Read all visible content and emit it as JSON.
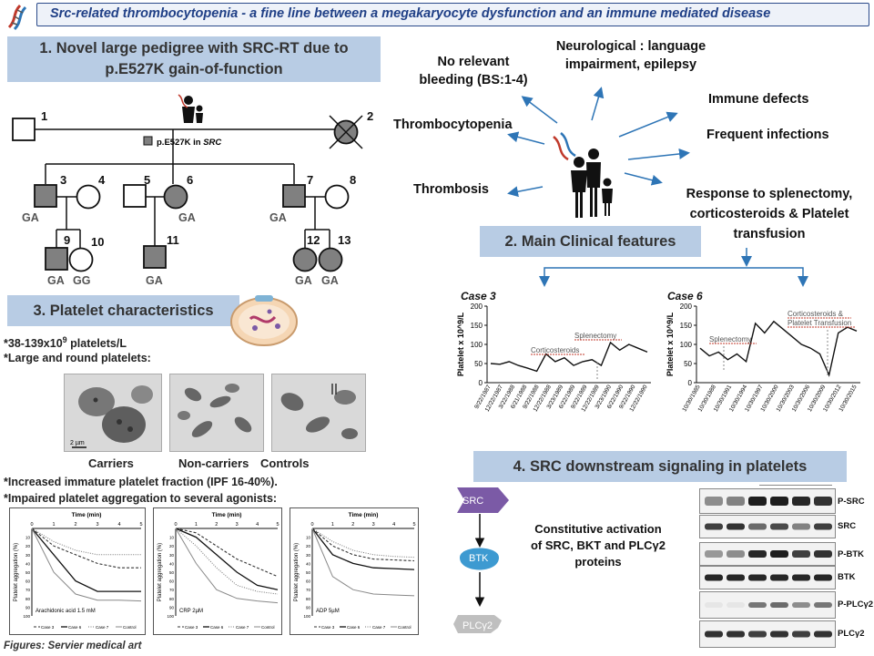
{
  "title": "Src-related thrombocytopenia - a fine line between a megakaryocyte dysfunction and an immune mediated disease",
  "section1": {
    "heading_line1": "1. Novel large pedigree with SRC-RT due to",
    "heading_line2": "p.E527K gain-of-function",
    "legend_prefix": "p.E527K in ",
    "legend_gene": "SRC",
    "individuals": [
      {
        "id": "1"
      },
      {
        "id": "2"
      },
      {
        "id": "3",
        "genotype": "GA"
      },
      {
        "id": "4"
      },
      {
        "id": "5"
      },
      {
        "id": "6",
        "genotype": "GA"
      },
      {
        "id": "7",
        "genotype": "GA"
      },
      {
        "id": "8"
      },
      {
        "id": "9",
        "genotype": "GA"
      },
      {
        "id": "10",
        "genotype": "GG"
      },
      {
        "id": "11",
        "genotype": "GA"
      },
      {
        "id": "12",
        "genotype": "GA"
      },
      {
        "id": "13",
        "genotype": "GA"
      }
    ]
  },
  "section2": {
    "heading": "2. Main Clinical features",
    "features": {
      "no_bleeding_1": "No relevant",
      "no_bleeding_2": "bleeding (BS:1-4)",
      "neuro_1": "Neurological : language",
      "neuro_2": "impairment, epilepsy",
      "immune": "Immune defects",
      "thrombocytopenia": "Thrombocytopenia",
      "infections": "Frequent  infections",
      "thrombosis": "Thrombosis",
      "response_1": "Response to splenectomy,",
      "response_2": "corticosteroids & Platelet",
      "response_3": "transfusion"
    }
  },
  "chart_data": [
    {
      "type": "line",
      "title": "Case 3",
      "ylabel": "Platelet x 10^9/L",
      "ylim": [
        0,
        200
      ],
      "yticks": [
        0,
        50,
        100,
        150,
        200
      ],
      "x": [
        "9/22/1987",
        "12/22/1987",
        "3/22/1988",
        "6/21/1988",
        "9/22/1988",
        "12/22/1988",
        "3/23/1989",
        "6/22/1989",
        "9/22/1989",
        "12/22/1989",
        "3/23/1990",
        "6/22/1990",
        "9/22/1990",
        "12/22/1990"
      ],
      "values": [
        50,
        48,
        55,
        45,
        38,
        30,
        75,
        55,
        65,
        45,
        55,
        60,
        45,
        105,
        85,
        100,
        90,
        80
      ],
      "annotations": [
        {
          "text": "Corticosteroids"
        },
        {
          "text": "Splenectomy"
        }
      ]
    },
    {
      "type": "line",
      "title": "Case 6",
      "ylabel": "Platelet x 10^9/L",
      "ylim": [
        0,
        200
      ],
      "yticks": [
        0,
        50,
        100,
        150,
        200
      ],
      "x": [
        "10/30/1985",
        "10/30/1988",
        "10/30/1991",
        "10/30/1994",
        "10/30/1997",
        "10/30/2000",
        "10/30/2003",
        "10/30/2006",
        "10/30/2009",
        "10/30/2012",
        "10/30/2015"
      ],
      "values": [
        90,
        70,
        80,
        60,
        75,
        55,
        155,
        130,
        160,
        140,
        120,
        100,
        90,
        75,
        20,
        130,
        145,
        135
      ],
      "annotations": [
        {
          "text": "Splenectomy"
        },
        {
          "text": "Corticosteroids &"
        },
        {
          "text": "Platelet Transfusion"
        }
      ]
    },
    {
      "type": "line",
      "title": "Time (min)",
      "xlabel": "Arachidonic acid 1.5 mM",
      "ylabel": "Platelet aggregation (%)",
      "xticks": [
        0,
        1,
        2,
        3,
        4,
        5
      ],
      "yticks": [
        10,
        20,
        30,
        40,
        50,
        60,
        70,
        80,
        90,
        100
      ],
      "series": [
        {
          "name": "Case 3",
          "values": [
            0,
            20,
            30,
            40,
            45,
            45
          ]
        },
        {
          "name": "Case 6",
          "values": [
            0,
            30,
            60,
            72,
            72,
            72
          ]
        },
        {
          "name": "Case 7",
          "values": [
            0,
            15,
            25,
            30,
            30,
            30
          ]
        },
        {
          "name": "Control",
          "values": [
            0,
            50,
            75,
            82,
            82,
            83
          ]
        }
      ]
    },
    {
      "type": "line",
      "title": "Time (min)",
      "xlabel": "CRP 2µM",
      "ylabel": "Platelet aggregation (%)",
      "xticks": [
        0,
        1,
        2,
        3,
        4,
        5
      ],
      "yticks": [
        10,
        20,
        30,
        40,
        50,
        60,
        70,
        80,
        90,
        100
      ],
      "series": [
        {
          "name": "Case 3",
          "values": [
            0,
            5,
            20,
            35,
            45,
            55
          ]
        },
        {
          "name": "Case 6",
          "values": [
            0,
            10,
            30,
            50,
            65,
            70
          ]
        },
        {
          "name": "Case 7",
          "values": [
            0,
            20,
            45,
            65,
            72,
            75
          ]
        },
        {
          "name": "Control",
          "values": [
            0,
            40,
            70,
            80,
            83,
            85
          ]
        }
      ]
    },
    {
      "type": "line",
      "title": "Time (min)",
      "xlabel": "ADP 5µM",
      "ylabel": "Platelet aggregation (%)",
      "xticks": [
        0,
        1,
        2,
        3,
        4,
        5
      ],
      "yticks": [
        10,
        20,
        30,
        40,
        50,
        60,
        70,
        80,
        90,
        100
      ],
      "series": [
        {
          "name": "Case 3",
          "values": [
            0,
            20,
            30,
            35,
            36,
            37
          ]
        },
        {
          "name": "Case 6",
          "values": [
            0,
            30,
            40,
            45,
            46,
            47
          ]
        },
        {
          "name": "Case 7",
          "values": [
            0,
            15,
            25,
            30,
            32,
            33
          ]
        },
        {
          "name": "Control",
          "values": [
            0,
            55,
            70,
            75,
            76,
            77
          ]
        }
      ]
    }
  ],
  "section3": {
    "heading": "3. Platelet characteristics",
    "count_text": "*38-139x10",
    "count_sup": "9",
    "count_suffix": " platelets/L",
    "shape_text": "*Large and round platelets:",
    "scale": "2 µm",
    "micro_labels": [
      "Carriers",
      "Non-carriers",
      "Controls"
    ],
    "ipf_text": "*Increased immature platelet fraction (IPF 16-40%).",
    "agg_text": "*Impaired  platelet aggregation to several agonists:"
  },
  "section4": {
    "heading": "4. SRC downstream signaling in platelets",
    "pathway": [
      "SRC",
      "BTK",
      "PLCγ2"
    ],
    "statement_1": "Constitutive  activation",
    "statement_2": "of SRC, BKT and PLCγ2",
    "statement_3": "proteins",
    "blot_labels": [
      "P-SRC",
      "SRC",
      "P-BTK",
      "BTK",
      "P-PLCγ2",
      "PLCγ2"
    ]
  },
  "footer": "Figures: Servier medical art",
  "colors": {
    "accent": "#2e75b6",
    "section_bg": "#b8cce4",
    "title_text": "#1f3f86",
    "affected": "#808080"
  }
}
